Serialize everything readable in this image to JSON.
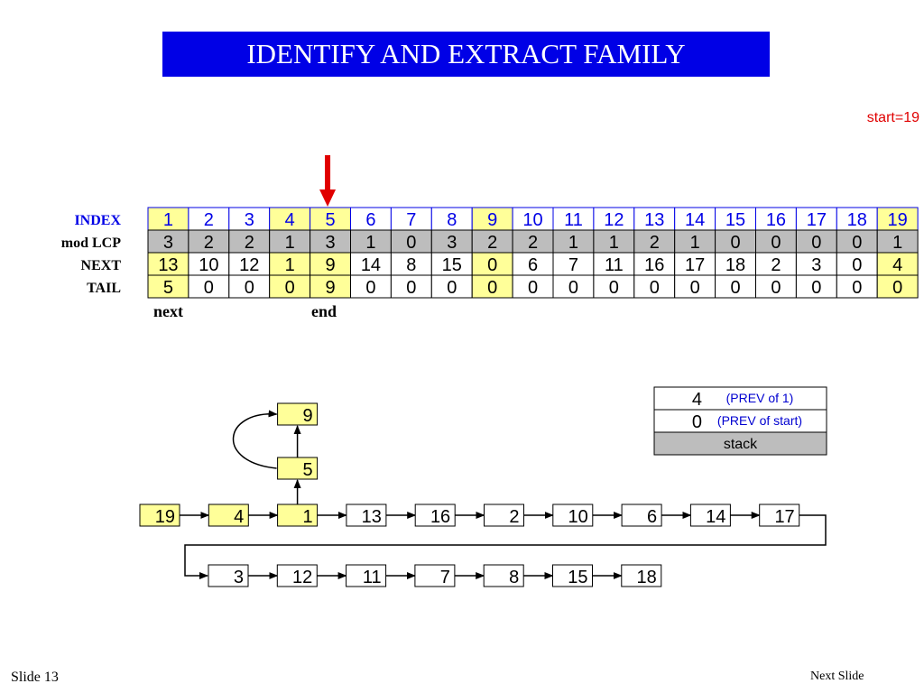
{
  "title": "IDENTIFY AND EXTRACT FAMILY",
  "start_label": "start=19",
  "colors": {
    "title_bg": "#0000e6",
    "index_text": "#0000e6",
    "highlight": "#ffff99",
    "gray": "#bdbdbd",
    "arrow_red": "#e00000",
    "note_blue": "#0000d0"
  },
  "table": {
    "row_labels": [
      "INDEX",
      "mod LCP",
      "NEXT",
      "TAIL"
    ],
    "index": [
      "1",
      "2",
      "3",
      "4",
      "5",
      "6",
      "7",
      "8",
      "9",
      "10",
      "11",
      "12",
      "13",
      "14",
      "15",
      "16",
      "17",
      "18",
      "19"
    ],
    "mod_lcp": [
      "3",
      "2",
      "2",
      "1",
      "3",
      "1",
      "0",
      "3",
      "2",
      "2",
      "1",
      "1",
      "2",
      "1",
      "0",
      "0",
      "0",
      "0",
      "1"
    ],
    "next": [
      "13",
      "10",
      "12",
      "1",
      "9",
      "14",
      "8",
      "15",
      "0",
      "6",
      "7",
      "11",
      "16",
      "17",
      "18",
      "2",
      "3",
      "0",
      "4"
    ],
    "tail": [
      "5",
      "0",
      "0",
      "0",
      "9",
      "0",
      "0",
      "0",
      "0",
      "0",
      "0",
      "0",
      "0",
      "0",
      "0",
      "0",
      "0",
      "0",
      "0"
    ],
    "highlighted_columns": [
      "1",
      "4",
      "5",
      "9",
      "19"
    ],
    "current_index": "5"
  },
  "pointer_labels": {
    "next": "next",
    "end": "end"
  },
  "stack": {
    "entries": [
      {
        "value": "4",
        "note": "(PREV of 1)"
      },
      {
        "value": "0",
        "note": "(PREV of start)"
      }
    ],
    "label": "stack"
  },
  "chain": {
    "row1": [
      "19",
      "4",
      "1",
      "13",
      "16",
      "2",
      "10",
      "6",
      "14",
      "17"
    ],
    "row2": [
      "3",
      "12",
      "11",
      "7",
      "8",
      "15",
      "18"
    ],
    "highlighted": [
      "19",
      "4",
      "1",
      "5",
      "9"
    ],
    "vertical": [
      "5",
      "9"
    ]
  },
  "footer": {
    "slide": "Slide 13",
    "next_slide": "Next Slide"
  }
}
